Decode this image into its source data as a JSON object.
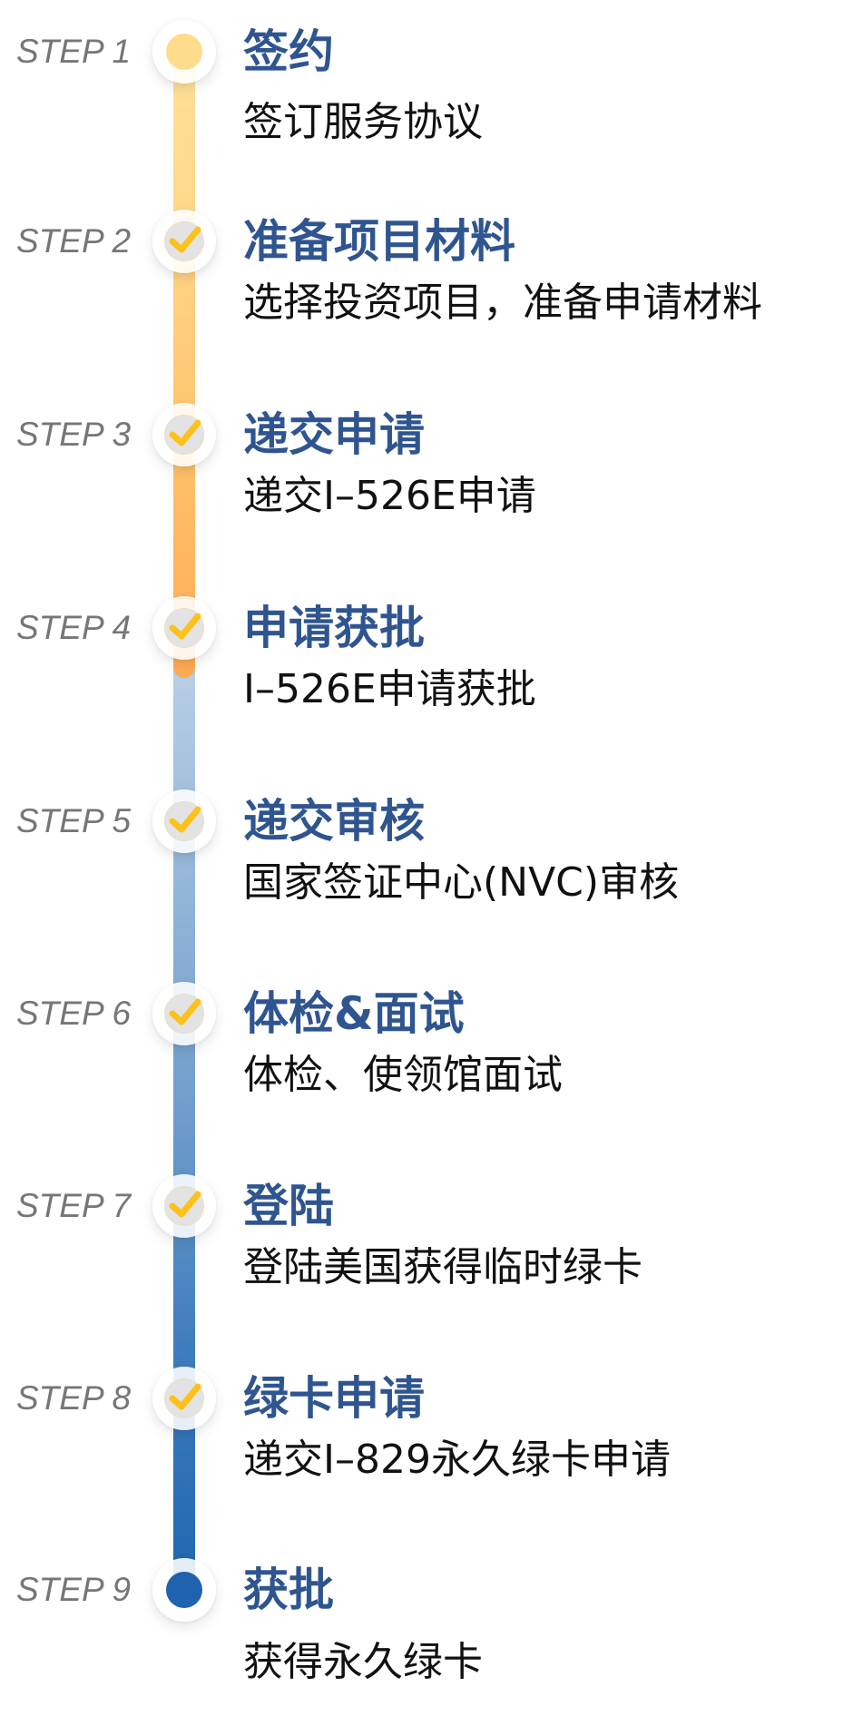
{
  "timeline": {
    "colors": {
      "title": "#2f5590",
      "subtitle": "#111111",
      "step_label": "#767676",
      "check": "#fcc21b",
      "warm_line_top": "#ffe29a",
      "warm_line_bottom": "#ffab52",
      "cool_line_top": "#bdd2e7",
      "cool_line_bottom": "#1f66b0",
      "start_dot": "#ffdc8c",
      "end_dot": "#1f62ad"
    },
    "steps": [
      {
        "label": "STEP 1",
        "title": "签约",
        "subtitle": "签订服务协议",
        "status": "start"
      },
      {
        "label": "STEP 2",
        "title": "准备项目材料",
        "subtitle": "选择投资项目，准备申请材料",
        "status": "done"
      },
      {
        "label": "STEP 3",
        "title": "递交申请",
        "subtitle": "递交I–526E申请",
        "status": "done"
      },
      {
        "label": "STEP 4",
        "title": "申请获批",
        "subtitle": "I–526E申请获批",
        "status": "done"
      },
      {
        "label": "STEP 5",
        "title": "递交审核",
        "subtitle": "国家签证中心(NVC)审核",
        "status": "done"
      },
      {
        "label": "STEP 6",
        "title": "体检&面试",
        "subtitle": "体检、使领馆面试",
        "status": "done"
      },
      {
        "label": "STEP 7",
        "title": "登陆",
        "subtitle": "登陆美国获得临时绿卡",
        "status": "done"
      },
      {
        "label": "STEP 8",
        "title": "绿卡申请",
        "subtitle": "递交I–829永久绿卡申请",
        "status": "done"
      },
      {
        "label": "STEP 9",
        "title": "获批",
        "subtitle": "获得永久绿卡",
        "status": "end"
      }
    ]
  }
}
